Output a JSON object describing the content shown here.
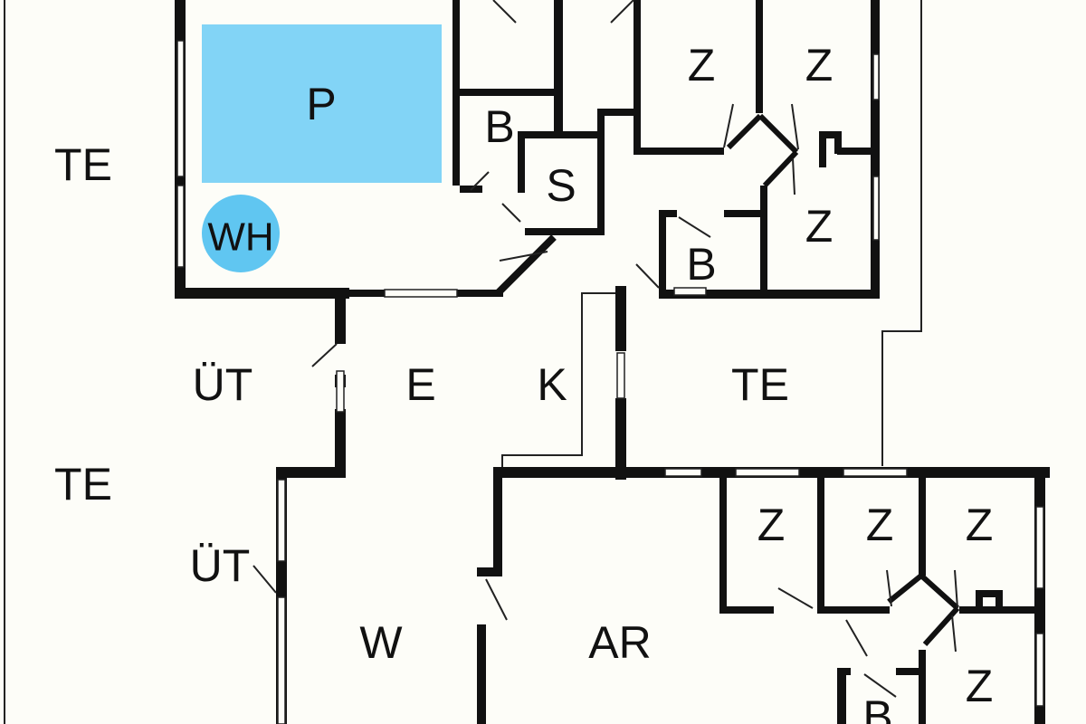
{
  "colors": {
    "background": "#fdfdf8",
    "walls": "#111111",
    "pool": "#82d4f6",
    "whirlpool": "#60c6f1"
  },
  "rooms": {
    "pool": "P",
    "whirlpool": "WH",
    "terrace_left_top": "TE",
    "terrace_left_bottom": "TE",
    "terrace_center": "TE",
    "outdoor_1": "ÜT",
    "outdoor_2": "ÜT",
    "dining": "E",
    "kitchen": "K",
    "living": "W",
    "workroom": "AR",
    "sauna": "S",
    "bath_upper_left": "B",
    "bath_upper_right": "B",
    "bath_lower": "B",
    "bedroom_upper_1": "Z",
    "bedroom_upper_2": "Z",
    "bedroom_upper_3": "Z",
    "bedroom_lower_1": "Z",
    "bedroom_lower_2": "Z",
    "bedroom_lower_3": "Z",
    "bedroom_lower_4": "Z"
  }
}
